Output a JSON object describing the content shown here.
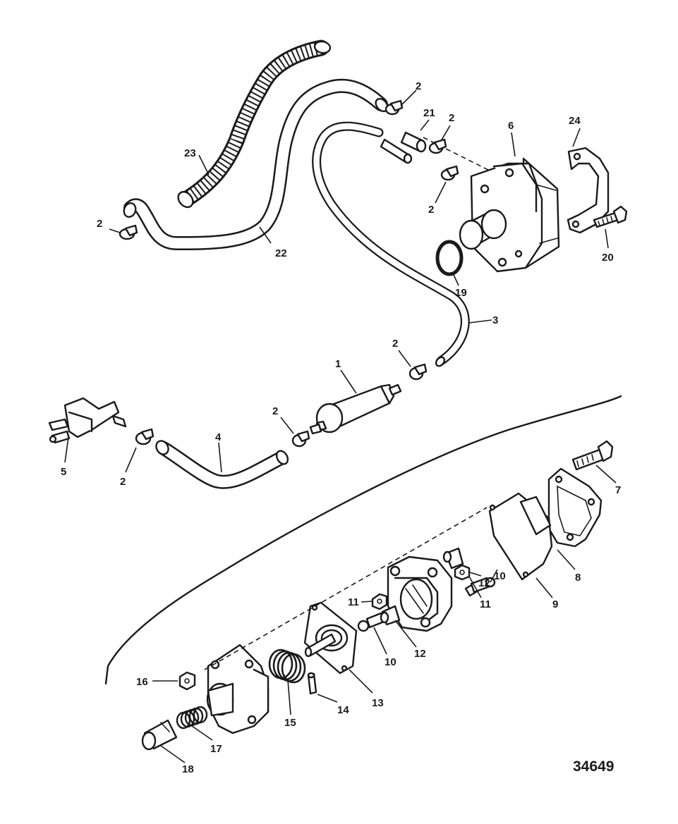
{
  "figure_number": "34649",
  "labels": {
    "l1": "1",
    "l2a": "2",
    "l2b": "2",
    "l2c": "2",
    "l2d": "2",
    "l2e": "2",
    "l2f": "2",
    "l2g": "2",
    "l3": "3",
    "l4": "4",
    "l5": "5",
    "l6": "6",
    "l7": "7",
    "l8": "8",
    "l9": "9",
    "l10a": "10",
    "l10b": "10",
    "l11a": "11",
    "l11b": "11",
    "l12a": "12",
    "l12b": "12",
    "l13": "13",
    "l14": "14",
    "l15": "15",
    "l16": "16",
    "l17": "17",
    "l18": "18",
    "l19": "19",
    "l20": "20",
    "l21": "21",
    "l22": "22",
    "l23": "23",
    "l24": "24"
  }
}
